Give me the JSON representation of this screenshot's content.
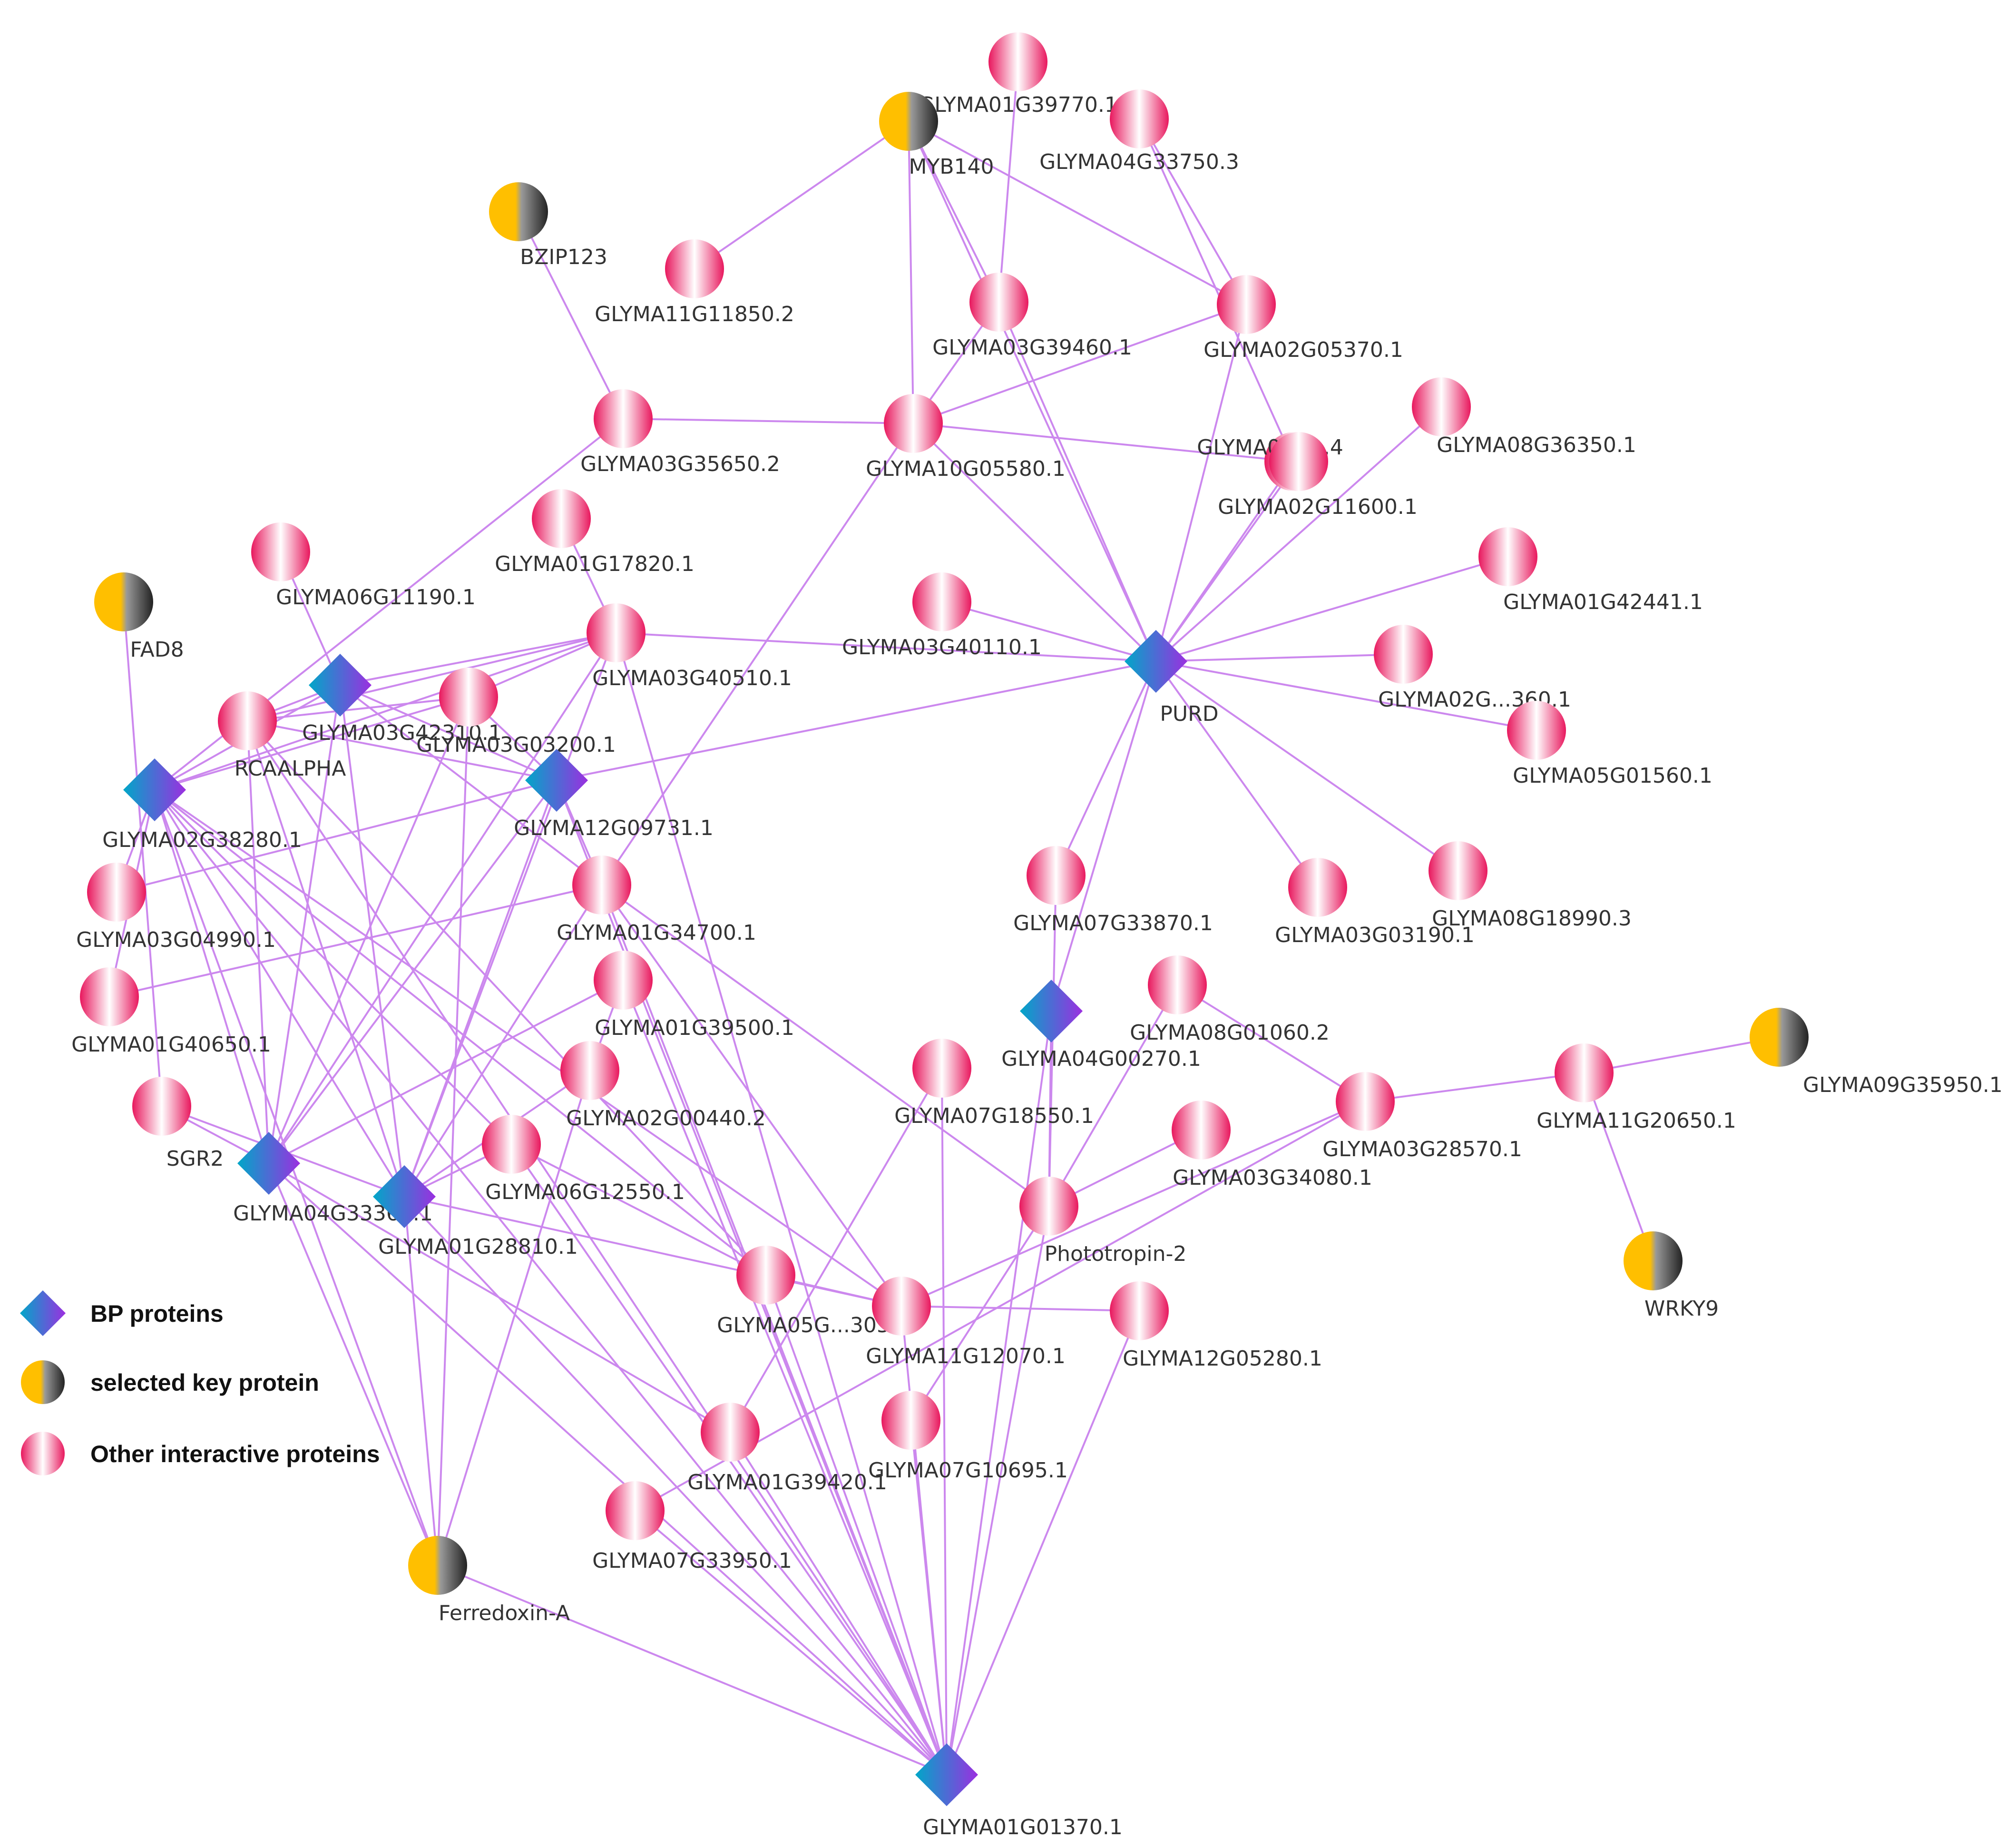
{
  "colors": {
    "edge": "#cc88ee",
    "other_protein_edge": "#e8175d",
    "other_protein_core": "#ffffff",
    "key_protein_left": "#ffbf00",
    "key_protein_right": "#222222",
    "bp_protein_left": "#00a7c8",
    "bp_protein_right": "#9b2fe0",
    "label": "#333333"
  },
  "legend": [
    {
      "type": "bp",
      "label": "BP proteins"
    },
    {
      "type": "key",
      "label": "selected key protein"
    },
    {
      "type": "other",
      "label": "Other interactive proteins"
    }
  ],
  "nodes": [
    {
      "id": "n1",
      "type": "other",
      "label": "GLYMA01G39770.1"
    },
    {
      "id": "n2",
      "type": "other",
      "label": "GLYMA04G33750.3"
    },
    {
      "id": "n3",
      "type": "key",
      "label": "MYB140"
    },
    {
      "id": "n4",
      "type": "key",
      "label": "BZIP123"
    },
    {
      "id": "n5",
      "type": "other",
      "label": "GLYMA11G11850.2"
    },
    {
      "id": "n6",
      "type": "other",
      "label": "GLYMA03G39460.1"
    },
    {
      "id": "n7",
      "type": "other",
      "label": "GLYMA02G05370.1"
    },
    {
      "id": "n8",
      "type": "other",
      "label": "GLYMA03G35650.2"
    },
    {
      "id": "n9",
      "type": "other",
      "label": "GLYMA10G05580.1"
    },
    {
      "id": "n10",
      "type": "other",
      "label": "GLYMA01G...4"
    },
    {
      "id": "n11",
      "type": "other",
      "label": "GLYMA02G11600.1"
    },
    {
      "id": "n12",
      "type": "other",
      "label": "GLYMA08G36350.1"
    },
    {
      "id": "n13",
      "type": "other",
      "label": "GLYMA01G17820.1"
    },
    {
      "id": "n14",
      "type": "other",
      "label": "GLYMA06G11190.1"
    },
    {
      "id": "n15",
      "type": "other",
      "label": "GLYMA01G42441.1"
    },
    {
      "id": "n16",
      "type": "key",
      "label": "FAD8"
    },
    {
      "id": "n17",
      "type": "other",
      "label": "GLYMA03G40510.1"
    },
    {
      "id": "n18",
      "type": "other",
      "label": "GLYMA03G40110.1"
    },
    {
      "id": "n19",
      "type": "bp",
      "label": "PURD"
    },
    {
      "id": "n20",
      "type": "other",
      "label": "GLYMA02G...360.1"
    },
    {
      "id": "n21",
      "type": "other",
      "label": "GLYMA05G01560.1"
    },
    {
      "id": "n22",
      "type": "bp",
      "label": "GLYMA03G42310.1"
    },
    {
      "id": "n23",
      "type": "other",
      "label": "GLYMA03G03200.1"
    },
    {
      "id": "n24",
      "type": "other",
      "label": "RCAALPHA"
    },
    {
      "id": "n25",
      "type": "bp",
      "label": "GLYMA02G38280.1"
    },
    {
      "id": "n26",
      "type": "bp",
      "label": "GLYMA12G09731.1"
    },
    {
      "id": "n27",
      "type": "other",
      "label": "GLYMA03G04990.1"
    },
    {
      "id": "n28",
      "type": "other",
      "label": "GLYMA01G34700.1"
    },
    {
      "id": "n29",
      "type": "other",
      "label": "GLYMA07G33870.1"
    },
    {
      "id": "n30",
      "type": "other",
      "label": "GLYMA03G03190.1"
    },
    {
      "id": "n31",
      "type": "other",
      "label": "GLYMA08G18990.3"
    },
    {
      "id": "n32",
      "type": "other",
      "label": "GLYMA01G40650.1"
    },
    {
      "id": "n33",
      "type": "other",
      "label": "GLYMA01G39500.1"
    },
    {
      "id": "n34",
      "type": "bp",
      "label": "GLYMA04G00270.1"
    },
    {
      "id": "n35",
      "type": "other",
      "label": "GLYMA08G01060.2"
    },
    {
      "id": "n36",
      "type": "key",
      "label": "GLYMA09G35950.1"
    },
    {
      "id": "n37",
      "type": "other",
      "label": "GLYMA11G20650.1"
    },
    {
      "id": "n38",
      "type": "other",
      "label": "GLYMA07G18550.1"
    },
    {
      "id": "n39",
      "type": "other",
      "label": "GLYMA02G00440.2"
    },
    {
      "id": "n40",
      "type": "other",
      "label": "GLYMA03G28570.1"
    },
    {
      "id": "n41",
      "type": "other",
      "label": "SGR2"
    },
    {
      "id": "n42",
      "type": "bp",
      "label": "GLYMA04G33360.1"
    },
    {
      "id": "n43",
      "type": "bp",
      "label": "GLYMA01G28810.1"
    },
    {
      "id": "n44",
      "type": "other",
      "label": "GLYMA06G12550.1"
    },
    {
      "id": "n45",
      "type": "other",
      "label": "GLYMA03G34080.1"
    },
    {
      "id": "n46",
      "type": "other",
      "label": "Phototropin-2"
    },
    {
      "id": "n47",
      "type": "key",
      "label": "WRKY9"
    },
    {
      "id": "n48",
      "type": "other",
      "label": "GLYMA05G...305.1"
    },
    {
      "id": "n49",
      "type": "other",
      "label": "GLYMA11G12070.1"
    },
    {
      "id": "n50",
      "type": "other",
      "label": "GLYMA12G05280.1"
    },
    {
      "id": "n51",
      "type": "other",
      "label": "GLYMA01G39420.1"
    },
    {
      "id": "n52",
      "type": "other",
      "label": "GLYMA07G10695.1"
    },
    {
      "id": "n53",
      "type": "other",
      "label": "GLYMA07G33950.1"
    },
    {
      "id": "n54",
      "type": "key",
      "label": "Ferredoxin-A"
    },
    {
      "id": "n55",
      "type": "bp",
      "label": "GLYMA01G01370.1"
    }
  ],
  "edges": [
    [
      "n3",
      "n5"
    ],
    [
      "n3",
      "n9"
    ],
    [
      "n3",
      "n6"
    ],
    [
      "n3",
      "n7"
    ],
    [
      "n3",
      "n19"
    ],
    [
      "n1",
      "n6"
    ],
    [
      "n2",
      "n7"
    ],
    [
      "n2",
      "n10"
    ],
    [
      "n4",
      "n8"
    ],
    [
      "n8",
      "n9"
    ],
    [
      "n9",
      "n6"
    ],
    [
      "n9",
      "n7"
    ],
    [
      "n9",
      "n10"
    ],
    [
      "n9",
      "n19"
    ],
    [
      "n6",
      "n19"
    ],
    [
      "n7",
      "n19"
    ],
    [
      "n10",
      "n19"
    ],
    [
      "n11",
      "n19"
    ],
    [
      "n12",
      "n19"
    ],
    [
      "n15",
      "n19"
    ],
    [
      "n20",
      "n19"
    ],
    [
      "n21",
      "n19"
    ],
    [
      "n31",
      "n19"
    ],
    [
      "n30",
      "n19"
    ],
    [
      "n29",
      "n19"
    ],
    [
      "n18",
      "n19"
    ],
    [
      "n17",
      "n19"
    ],
    [
      "n26",
      "n19"
    ],
    [
      "n19",
      "n34"
    ],
    [
      "n9",
      "n28"
    ],
    [
      "n8",
      "n25"
    ],
    [
      "n13",
      "n17"
    ],
    [
      "n14",
      "n22"
    ],
    [
      "n16",
      "n41"
    ],
    [
      "n17",
      "n22"
    ],
    [
      "n17",
      "n24"
    ],
    [
      "n17",
      "n23"
    ],
    [
      "n17",
      "n25"
    ],
    [
      "n17",
      "n42"
    ],
    [
      "n17",
      "n43"
    ],
    [
      "n17",
      "n55"
    ],
    [
      "n24",
      "n23"
    ],
    [
      "n24",
      "n22"
    ],
    [
      "n24",
      "n26"
    ],
    [
      "n24",
      "n42"
    ],
    [
      "n24",
      "n43"
    ],
    [
      "n24",
      "n55"
    ],
    [
      "n24",
      "n48"
    ],
    [
      "n22",
      "n25"
    ],
    [
      "n22",
      "n26"
    ],
    [
      "n22",
      "n42"
    ],
    [
      "n22",
      "n43"
    ],
    [
      "n22",
      "n28"
    ],
    [
      "n23",
      "n25"
    ],
    [
      "n23",
      "n42"
    ],
    [
      "n23",
      "n54"
    ],
    [
      "n23",
      "n26"
    ],
    [
      "n25",
      "n27"
    ],
    [
      "n25",
      "n32"
    ],
    [
      "n25",
      "n42"
    ],
    [
      "n25",
      "n43"
    ],
    [
      "n25",
      "n54"
    ],
    [
      "n25",
      "n55"
    ],
    [
      "n25",
      "n44"
    ],
    [
      "n25",
      "n48"
    ],
    [
      "n25",
      "n49"
    ],
    [
      "n26",
      "n42"
    ],
    [
      "n26",
      "n43"
    ],
    [
      "n26",
      "n28"
    ],
    [
      "n26",
      "n27"
    ],
    [
      "n26",
      "n55"
    ],
    [
      "n28",
      "n43"
    ],
    [
      "n28",
      "n46"
    ],
    [
      "n28",
      "n49"
    ],
    [
      "n28",
      "n55"
    ],
    [
      "n28",
      "n32"
    ],
    [
      "n33",
      "n39"
    ],
    [
      "n33",
      "n42"
    ],
    [
      "n33",
      "n55"
    ],
    [
      "n39",
      "n43"
    ],
    [
      "n39",
      "n54"
    ],
    [
      "n44",
      "n43"
    ],
    [
      "n44",
      "n48"
    ],
    [
      "n44",
      "n55"
    ],
    [
      "n43",
      "n54"
    ],
    [
      "n43",
      "n49"
    ],
    [
      "n42",
      "n54"
    ],
    [
      "n42",
      "n55"
    ],
    [
      "n42",
      "n51"
    ],
    [
      "n43",
      "n55"
    ],
    [
      "n41",
      "n42"
    ],
    [
      "n41",
      "n43"
    ],
    [
      "n48",
      "n55"
    ],
    [
      "n48",
      "n49"
    ],
    [
      "n49",
      "n55"
    ],
    [
      "n49",
      "n40"
    ],
    [
      "n49",
      "n50"
    ],
    [
      "n38",
      "n51"
    ],
    [
      "n38",
      "n55"
    ],
    [
      "n46",
      "n55"
    ],
    [
      "n46",
      "n45"
    ],
    [
      "n46",
      "n29"
    ],
    [
      "n46",
      "n34"
    ],
    [
      "n46",
      "n52"
    ],
    [
      "n35",
      "n40"
    ],
    [
      "n35",
      "n46"
    ],
    [
      "n40",
      "n37"
    ],
    [
      "n40",
      "n53"
    ],
    [
      "n37",
      "n36"
    ],
    [
      "n37",
      "n47"
    ],
    [
      "n50",
      "n55"
    ],
    [
      "n52",
      "n55"
    ],
    [
      "n51",
      "n55"
    ],
    [
      "n53",
      "n55"
    ],
    [
      "n54",
      "n55"
    ],
    [
      "n34",
      "n55"
    ]
  ]
}
